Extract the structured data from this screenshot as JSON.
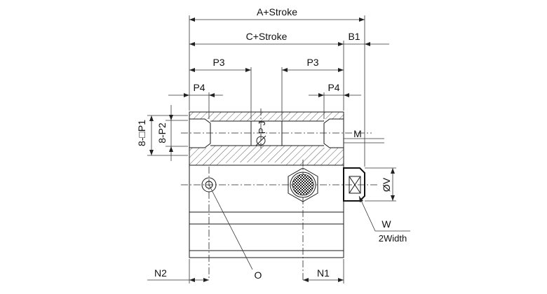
{
  "labels": {
    "a_stroke": "A+Stroke",
    "c_stroke": "C+Stroke",
    "b1": "B1",
    "p3_left": "P3",
    "p3_right": "P3",
    "p4_left": "P4",
    "p4_right": "P4",
    "p1_vertical": "8-□P1",
    "p2_vertical": "8-P2",
    "pj": "P J",
    "m": "M",
    "ov": "ØV",
    "w": "W",
    "width2": "2Width",
    "n2": "N2",
    "o": "O",
    "n1": "N1"
  }
}
